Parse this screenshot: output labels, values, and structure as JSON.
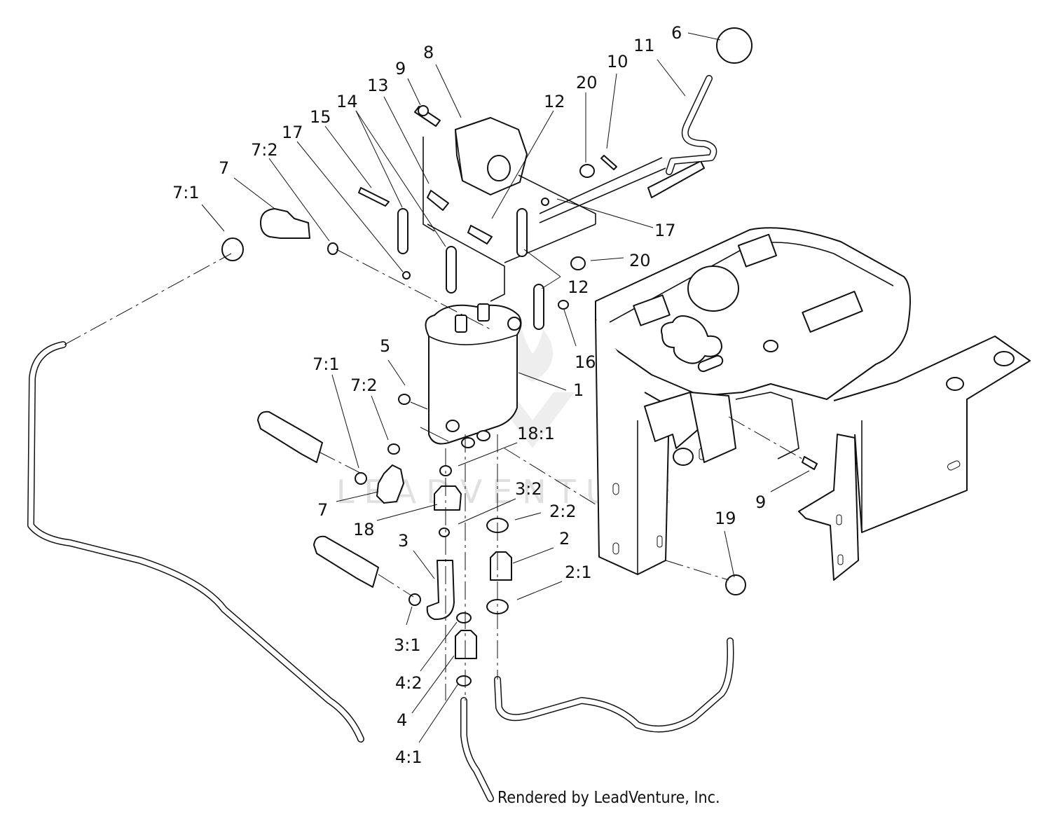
{
  "diagram": {
    "watermark": "LEADVENTURE",
    "credit": "Rendered by LeadVenture, Inc.",
    "callouts": [
      {
        "id": "c-6",
        "text": "6"
      },
      {
        "id": "c-11",
        "text": "11"
      },
      {
        "id": "c-8",
        "text": "8"
      },
      {
        "id": "c-9a",
        "text": "9"
      },
      {
        "id": "c-10",
        "text": "10"
      },
      {
        "id": "c-20a",
        "text": "20"
      },
      {
        "id": "c-13",
        "text": "13"
      },
      {
        "id": "c-12a",
        "text": "12"
      },
      {
        "id": "c-14",
        "text": "14"
      },
      {
        "id": "c-15",
        "text": "15"
      },
      {
        "id": "c-17a",
        "text": "17"
      },
      {
        "id": "c-72a",
        "text": "7:2"
      },
      {
        "id": "c-7a",
        "text": "7"
      },
      {
        "id": "c-71a",
        "text": "7:1"
      },
      {
        "id": "c-17b",
        "text": "17"
      },
      {
        "id": "c-20b",
        "text": "20"
      },
      {
        "id": "c-12b",
        "text": "12"
      },
      {
        "id": "c-16",
        "text": "16"
      },
      {
        "id": "c-1",
        "text": "1"
      },
      {
        "id": "c-5",
        "text": "5"
      },
      {
        "id": "c-71b",
        "text": "7:1"
      },
      {
        "id": "c-72b",
        "text": "7:2"
      },
      {
        "id": "c-181",
        "text": "18:1"
      },
      {
        "id": "c-7b",
        "text": "7"
      },
      {
        "id": "c-32",
        "text": "3:2"
      },
      {
        "id": "c-18",
        "text": "18"
      },
      {
        "id": "c-22",
        "text": "2:2"
      },
      {
        "id": "c-3",
        "text": "3"
      },
      {
        "id": "c-2",
        "text": "2"
      },
      {
        "id": "c-21",
        "text": "2:1"
      },
      {
        "id": "c-9b",
        "text": "9"
      },
      {
        "id": "c-19",
        "text": "19"
      },
      {
        "id": "c-31",
        "text": "3:1"
      },
      {
        "id": "c-42",
        "text": "4:2"
      },
      {
        "id": "c-4",
        "text": "4"
      },
      {
        "id": "c-41",
        "text": "4:1"
      }
    ]
  }
}
